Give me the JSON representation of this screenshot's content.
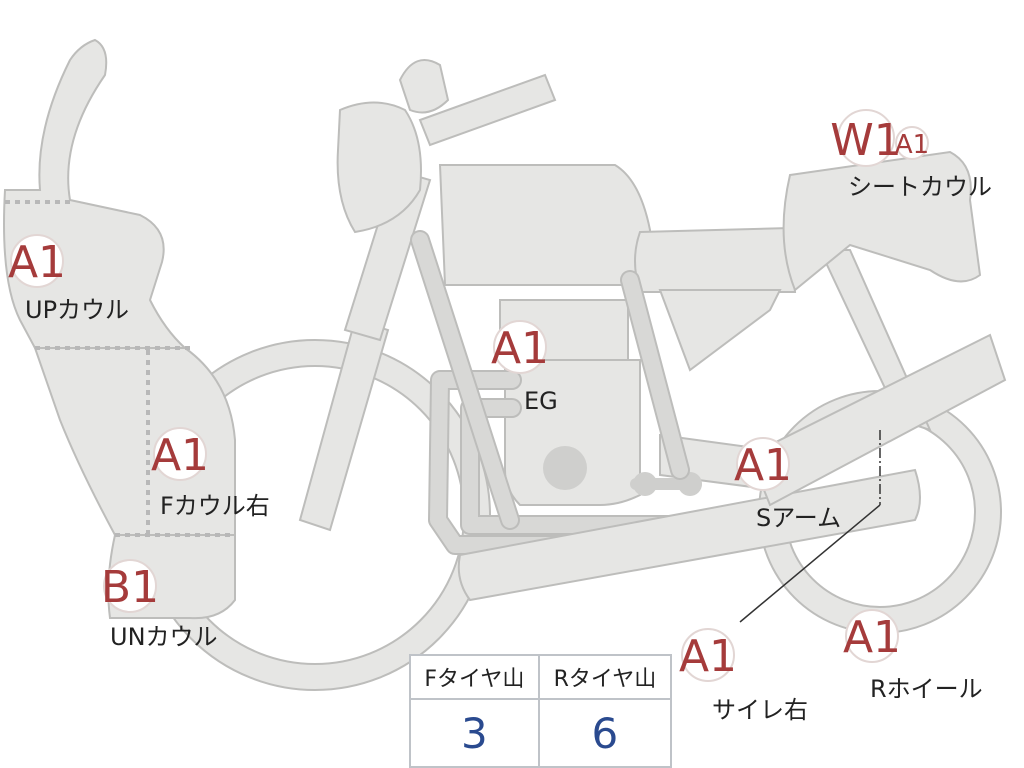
{
  "parts": [
    {
      "id": "up-cowl",
      "grade": "A1",
      "label": "UPカウル"
    },
    {
      "id": "f-cowl-right",
      "grade": "A1",
      "label": "Fカウル右"
    },
    {
      "id": "un-cowl",
      "grade": "B1",
      "label": "UNカウル"
    },
    {
      "id": "engine",
      "grade": "A1",
      "label": "EG"
    },
    {
      "id": "seat-cowl",
      "grade": "W1",
      "grade2": "A1",
      "label": "シートカウル"
    },
    {
      "id": "swing-arm",
      "grade": "A1",
      "label": "Sアーム"
    },
    {
      "id": "muffler-right",
      "grade": "A1",
      "label": "サイレ右"
    },
    {
      "id": "rear-wheel",
      "grade": "A1",
      "label": "Rホイール"
    }
  ],
  "tire_tread": {
    "front_label": "Fタイヤ山",
    "rear_label": "Rタイヤ山",
    "front_value": "3",
    "rear_value": "6",
    "value_color": "#2a4a8f"
  },
  "colors": {
    "grade": "#a53b3b",
    "body": "#e6e6e4",
    "outline": "#bdbdbb"
  }
}
